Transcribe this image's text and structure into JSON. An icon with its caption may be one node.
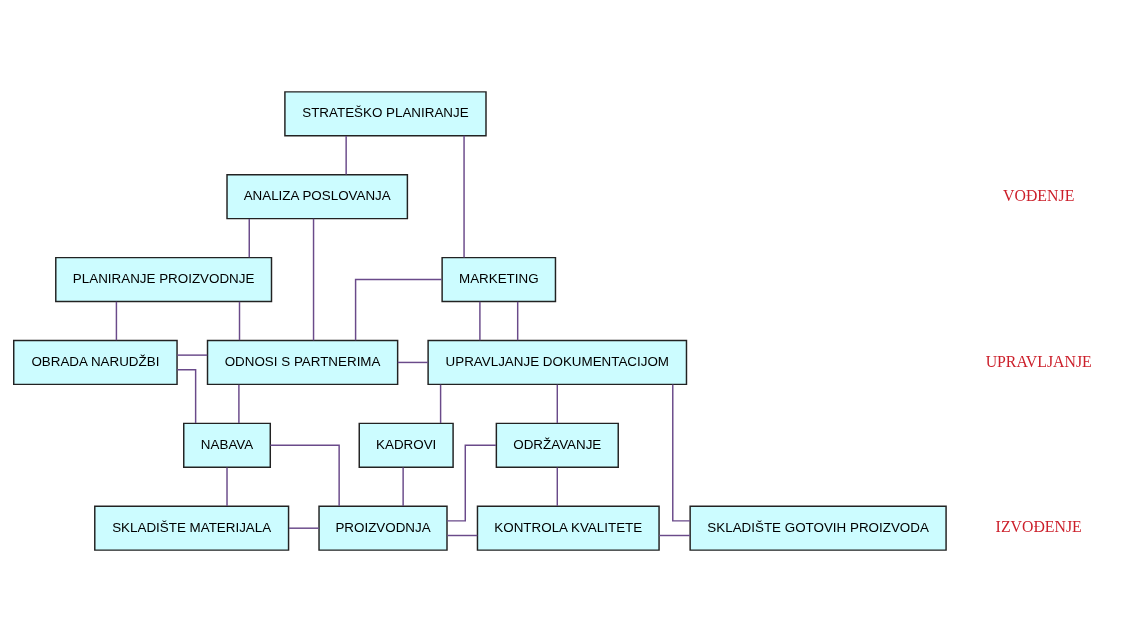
{
  "diagram": {
    "nodes": [
      {
        "text": [
          "STRATEŠKO PLANIRANJE"
        ]
      },
      {
        "text": [
          "ANALIZA POSLOVANJA"
        ]
      },
      {
        "text": [
          "PLANIRANJE PROIZVODNJE"
        ]
      },
      {
        "text": [
          "MARKETING"
        ]
      },
      {
        "text": [
          "OBRADA NARUDŽBI"
        ]
      },
      {
        "text": [
          "ODNOSI S PARTNERIMA"
        ]
      },
      {
        "text": [
          "UPRAVLJANJE DOKUMENTACIJOM"
        ]
      },
      {
        "text": [
          "NABAVA"
        ]
      },
      {
        "text": [
          "KADROVI"
        ]
      },
      {
        "text": [
          "ODRŽAVANJE"
        ]
      },
      {
        "text": [
          "SKLADIŠTE MATERIJALA"
        ]
      },
      {
        "text": [
          "PROIZVODNJA"
        ]
      },
      {
        "text": [
          "KONTROLA KVALITETE"
        ]
      },
      {
        "text": [
          "SKLADIŠTE GOTOVIH PROIZVODA"
        ]
      }
    ],
    "edges": [
      {
        "from": 0,
        "to": 1,
        "arrow": "none"
      },
      {
        "from": 0,
        "to": 3,
        "arrow": "none"
      },
      {
        "from": 1,
        "to": 2,
        "arrow": "none"
      },
      {
        "from": 1,
        "to": 5,
        "arrow": "none"
      },
      {
        "from": 2,
        "to": 4,
        "arrow": "none"
      },
      {
        "from": 2,
        "to": 5,
        "arrow": "none"
      },
      {
        "from": 3,
        "to": 5,
        "arrow": "none"
      },
      {
        "from": 3,
        "to": 6,
        "arrow": "none"
      },
      {
        "from": 3,
        "to": 6,
        "arrow": "none"
      },
      {
        "from": 4,
        "to": 5,
        "arrow": "none"
      },
      {
        "from": 5,
        "to": 6,
        "arrow": "none"
      },
      {
        "from": 6,
        "to": 13,
        "arrow": "none"
      },
      {
        "from": 4,
        "to": 7,
        "arrow": "none"
      },
      {
        "from": 5,
        "to": 7,
        "arrow": "none"
      },
      {
        "from": 6,
        "to": 8,
        "arrow": "none"
      },
      {
        "from": 6,
        "to": 9,
        "arrow": "none"
      },
      {
        "from": 7,
        "to": 10,
        "arrow": "none"
      },
      {
        "from": 7,
        "to": 11,
        "arrow": "none"
      },
      {
        "from": 8,
        "to": 11,
        "arrow": "none"
      },
      {
        "from": 9,
        "to": 11,
        "arrow": "none"
      },
      {
        "from": 9,
        "to": 12,
        "arrow": "none"
      },
      {
        "from": 10,
        "to": 11,
        "arrow": "none"
      },
      {
        "from": 11,
        "to": 12,
        "arrow": "none"
      },
      {
        "from": 12,
        "to": 13,
        "arrow": "none"
      }
    ],
    "labels": [
      "VOĐENJE",
      "UPRAVLJANJE",
      "IZVOĐENJE"
    ]
  }
}
